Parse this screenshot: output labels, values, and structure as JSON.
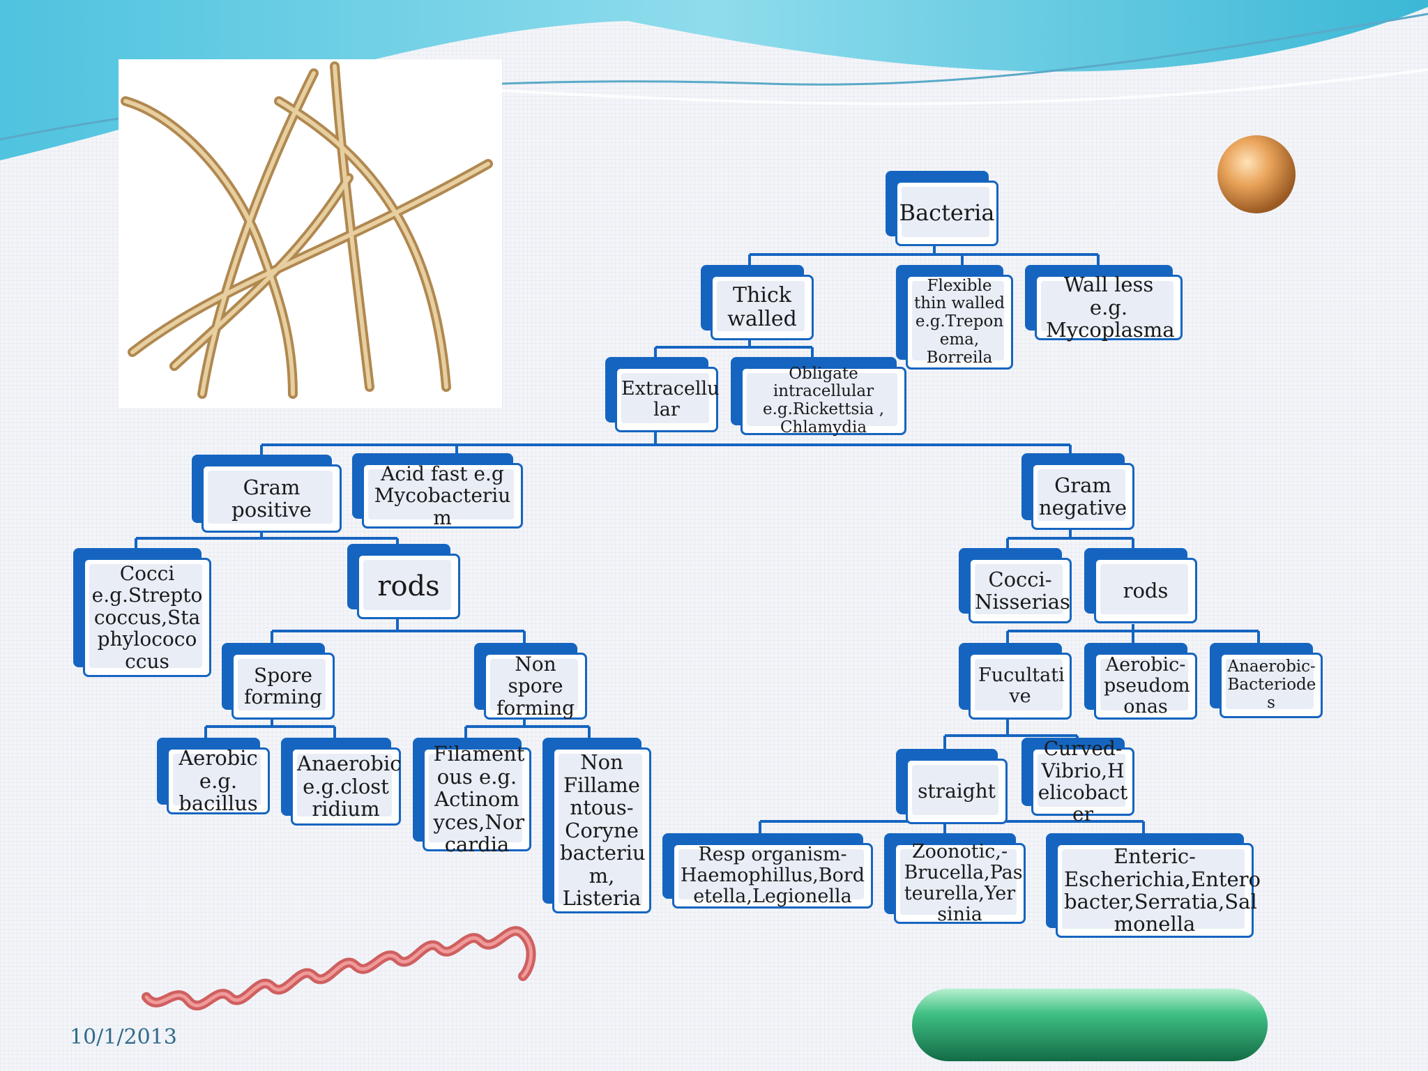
{
  "date": "10/1/2013",
  "colors": {
    "box_border": "#1565c0",
    "box_fill": "#e8edf6",
    "connector": "#1565c0",
    "wave": "#4fc3df"
  },
  "nodes": {
    "bacteria": "Bacteria",
    "thick_walled": "Thick walled",
    "flexible": "Flexible thin walled e.g.Trepon ema, Borreila",
    "wall_less": "Wall less e.g. Mycoplasma",
    "extracellular": "Extracellu lar",
    "obligate": "Obligate intracellular e.g.Rickettsia , Chlamydia",
    "gram_positive": "Gram positive",
    "acid_fast": "Acid fast e.g Mycobacteriu m",
    "gram_negative": "Gram negative",
    "gp_cocci": "Cocci e.g.Strepto coccus,Sta phylococo ccus",
    "gp_rods": "rods",
    "gn_cocci": "Cocci- Nisserias",
    "gn_rods": "rods",
    "spore_forming": "Spore forming",
    "non_spore_forming": "Non spore forming",
    "facultative": "Fucultati ve",
    "aerobic_pseudomonas": "Aerobic- pseudom onas",
    "anaerobic_bacteroides": "Anaerobic- Bacteriode s",
    "aerobic_bacillus": "Aerobic e.g. bacillus",
    "anaerobic_clostridium": "Anaerobic e.g.clost ridium",
    "filamentous": "Filament ous e.g. Actinom yces,Nor cardia",
    "non_filamentous": "Non Fillame ntous- Coryne bacteriu m, Listeria",
    "straight": "straight",
    "curved": "Curved- Vibrio,H elicobact er",
    "resp": "Resp organism- Haemophillus,Bord etella,Legionella",
    "zoonotic": "Zoonotic,- Brucella,Pas teurella,Yer sinia",
    "enteric": "Enteric- Escherichia,Entero bacter,Serratia,Sal monella"
  }
}
